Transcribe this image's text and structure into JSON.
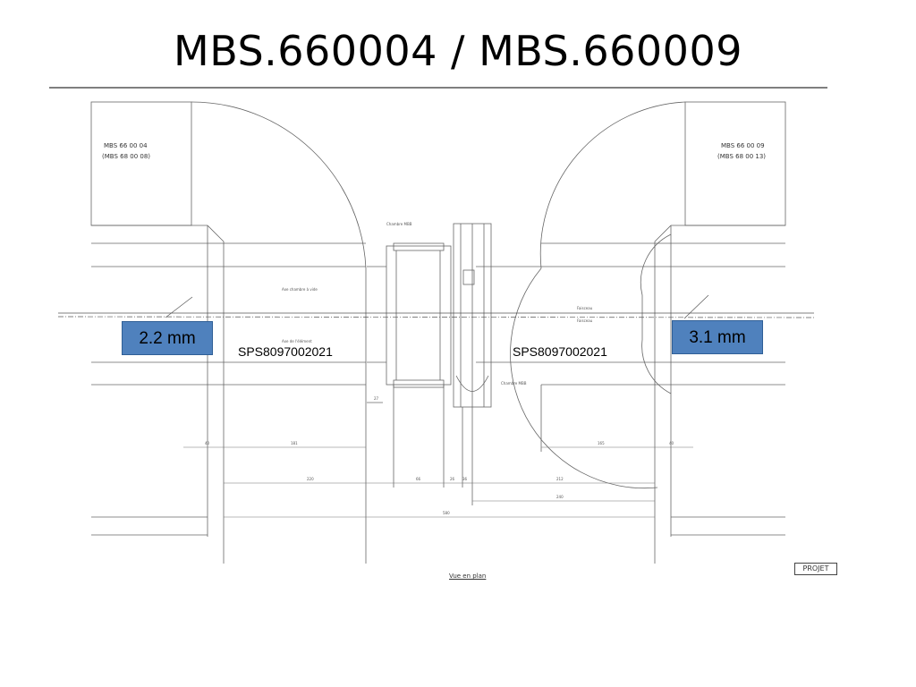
{
  "slide": {
    "title": "MBS.660004 / MBS.660009"
  },
  "drawing": {
    "left_magnet": {
      "id_line1": "MBS 66 00 04",
      "id_line2": "(MBS 68 00 08)"
    },
    "right_magnet": {
      "id_line1": "MBS 66 00 09",
      "id_line2": "(MBS 68 00 13)"
    },
    "annotations": {
      "chambre_top": "Chambre MBB",
      "chambre_bottom": "Chambre MBB",
      "axe_chambre": "Axe chambre à vide",
      "axe_element": "Axe de l'élément",
      "faisceau_1": "Faisceau",
      "faisceau_2": "Faisceau"
    },
    "dimensions": [
      "40",
      "181",
      "220",
      "27",
      "66",
      "26",
      "36",
      "212",
      "240",
      "580",
      "165",
      "40"
    ],
    "stamp": "PROJET",
    "view_label": "Vue en plan"
  },
  "callouts": {
    "left_offset": "2.2 mm",
    "right_offset": "3.1 mm"
  },
  "refs": {
    "left": "SPS8097002021",
    "right": "SPS8097002021"
  },
  "colors": {
    "callout_fill": "#4f81bd",
    "callout_border": "#2f5f96"
  }
}
